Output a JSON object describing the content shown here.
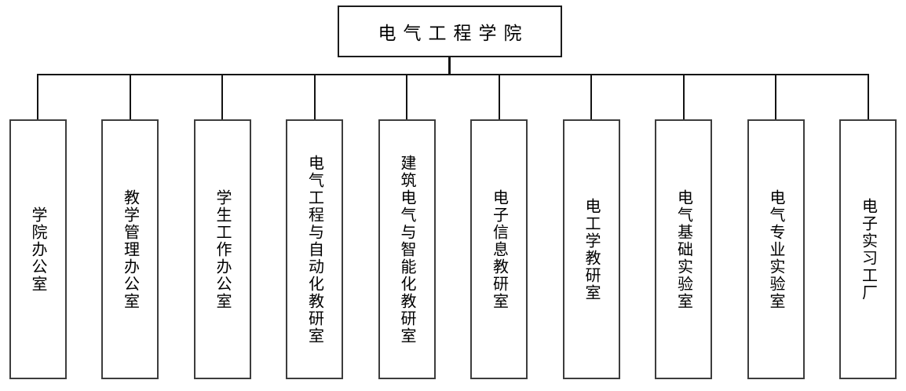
{
  "root": {
    "label": "电气工程学院"
  },
  "departments": [
    {
      "label": "学院办公室"
    },
    {
      "label": "教学管理办公室"
    },
    {
      "label": "学生工作办公室"
    },
    {
      "label": "电气工程与自动化教研室"
    },
    {
      "label": "建筑电气与智能化教研室"
    },
    {
      "label": "电子信息教研室"
    },
    {
      "label": "电工学教研室"
    },
    {
      "label": "电气基础实验室"
    },
    {
      "label": "电气专业实验室"
    },
    {
      "label": "电子实习工厂"
    }
  ],
  "colors": {
    "background": "#ffffff",
    "line": "#141414",
    "root_border": "#1c1c1c",
    "child_border": "#3d3d3d",
    "text": "#000000"
  }
}
